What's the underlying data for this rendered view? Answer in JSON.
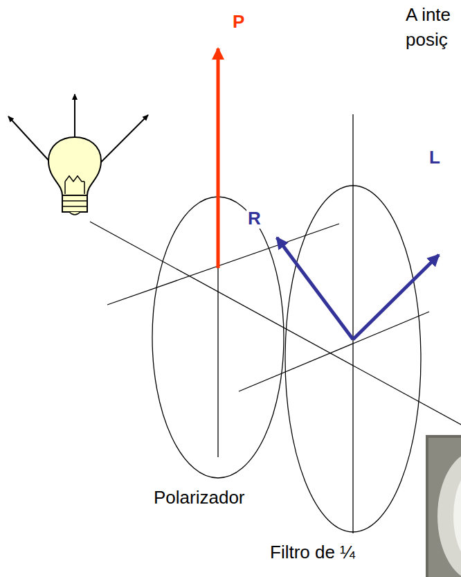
{
  "diagram": {
    "labels": [
      "A inte",
      "posiç",
      "P",
      "R",
      "L",
      "Polarizador",
      "Filtro de ¼"
    ]
  }
}
